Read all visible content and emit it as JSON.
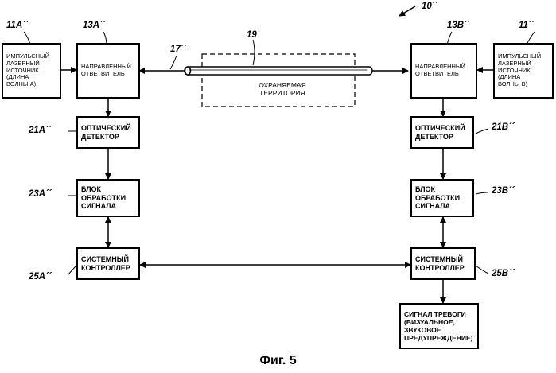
{
  "figure": {
    "system_ref": "10´´",
    "caption": "Фиг. 5"
  },
  "fiber": {
    "ref": "17´´",
    "cable_ref": "19",
    "territory_label": "ОХРАНЯЕМАЯ\nТЕРРИТОРИЯ"
  },
  "left": {
    "laser": {
      "ref": "11А´´",
      "text": "ИМПУЛЬСНЫЙ\nЛАЗЕРНЫЙ\nИСТОЧНИК (ДЛИНА\nВОЛНЫ А)"
    },
    "coupler": {
      "ref": "13А´´",
      "text": "НАПРАВЛЕННЫЙ\nОТВЕТВИТЕЛЬ"
    },
    "detector": {
      "ref": "21А´´",
      "text": "ОПТИЧЕСКИЙ\nДЕТЕКТОР"
    },
    "processor": {
      "ref": "23А´´",
      "text": "БЛОК\nОБРАБОТКИ\nСИГНАЛА"
    },
    "controller": {
      "ref": "25А´´",
      "text": "СИСТЕМНЫЙ\nКОНТРОЛЛЕР"
    }
  },
  "right": {
    "laser": {
      "ref": "11´´",
      "text": "ИМПУЛЬСНЫЙ\nЛАЗЕРНЫЙ\nИСТОЧНИК (ДЛИНА\nВОЛНЫ В)"
    },
    "coupler": {
      "ref": "13В´´",
      "text": "НАПРАВЛЕННЫЙ\nОТВЕТВИТЕЛЬ"
    },
    "detector": {
      "ref": "21В´´",
      "text": "ОПТИЧЕСКИЙ\nДЕТЕКТОР"
    },
    "processor": {
      "ref": "23В´´",
      "text": "БЛОК\nОБРАБОТКИ\nСИГНАЛА"
    },
    "controller": {
      "ref": "25В´´",
      "text": "СИСТЕМНЫЙ\nКОНТРОЛЛЕР"
    },
    "alarm": {
      "text": "СИГНАЛ ТРЕВОГИ\n(ВИЗУАЛЬНОЕ,\nЗВУКОВОЕ\nПРЕДУПРЕЖДЕНИЕ)"
    }
  }
}
